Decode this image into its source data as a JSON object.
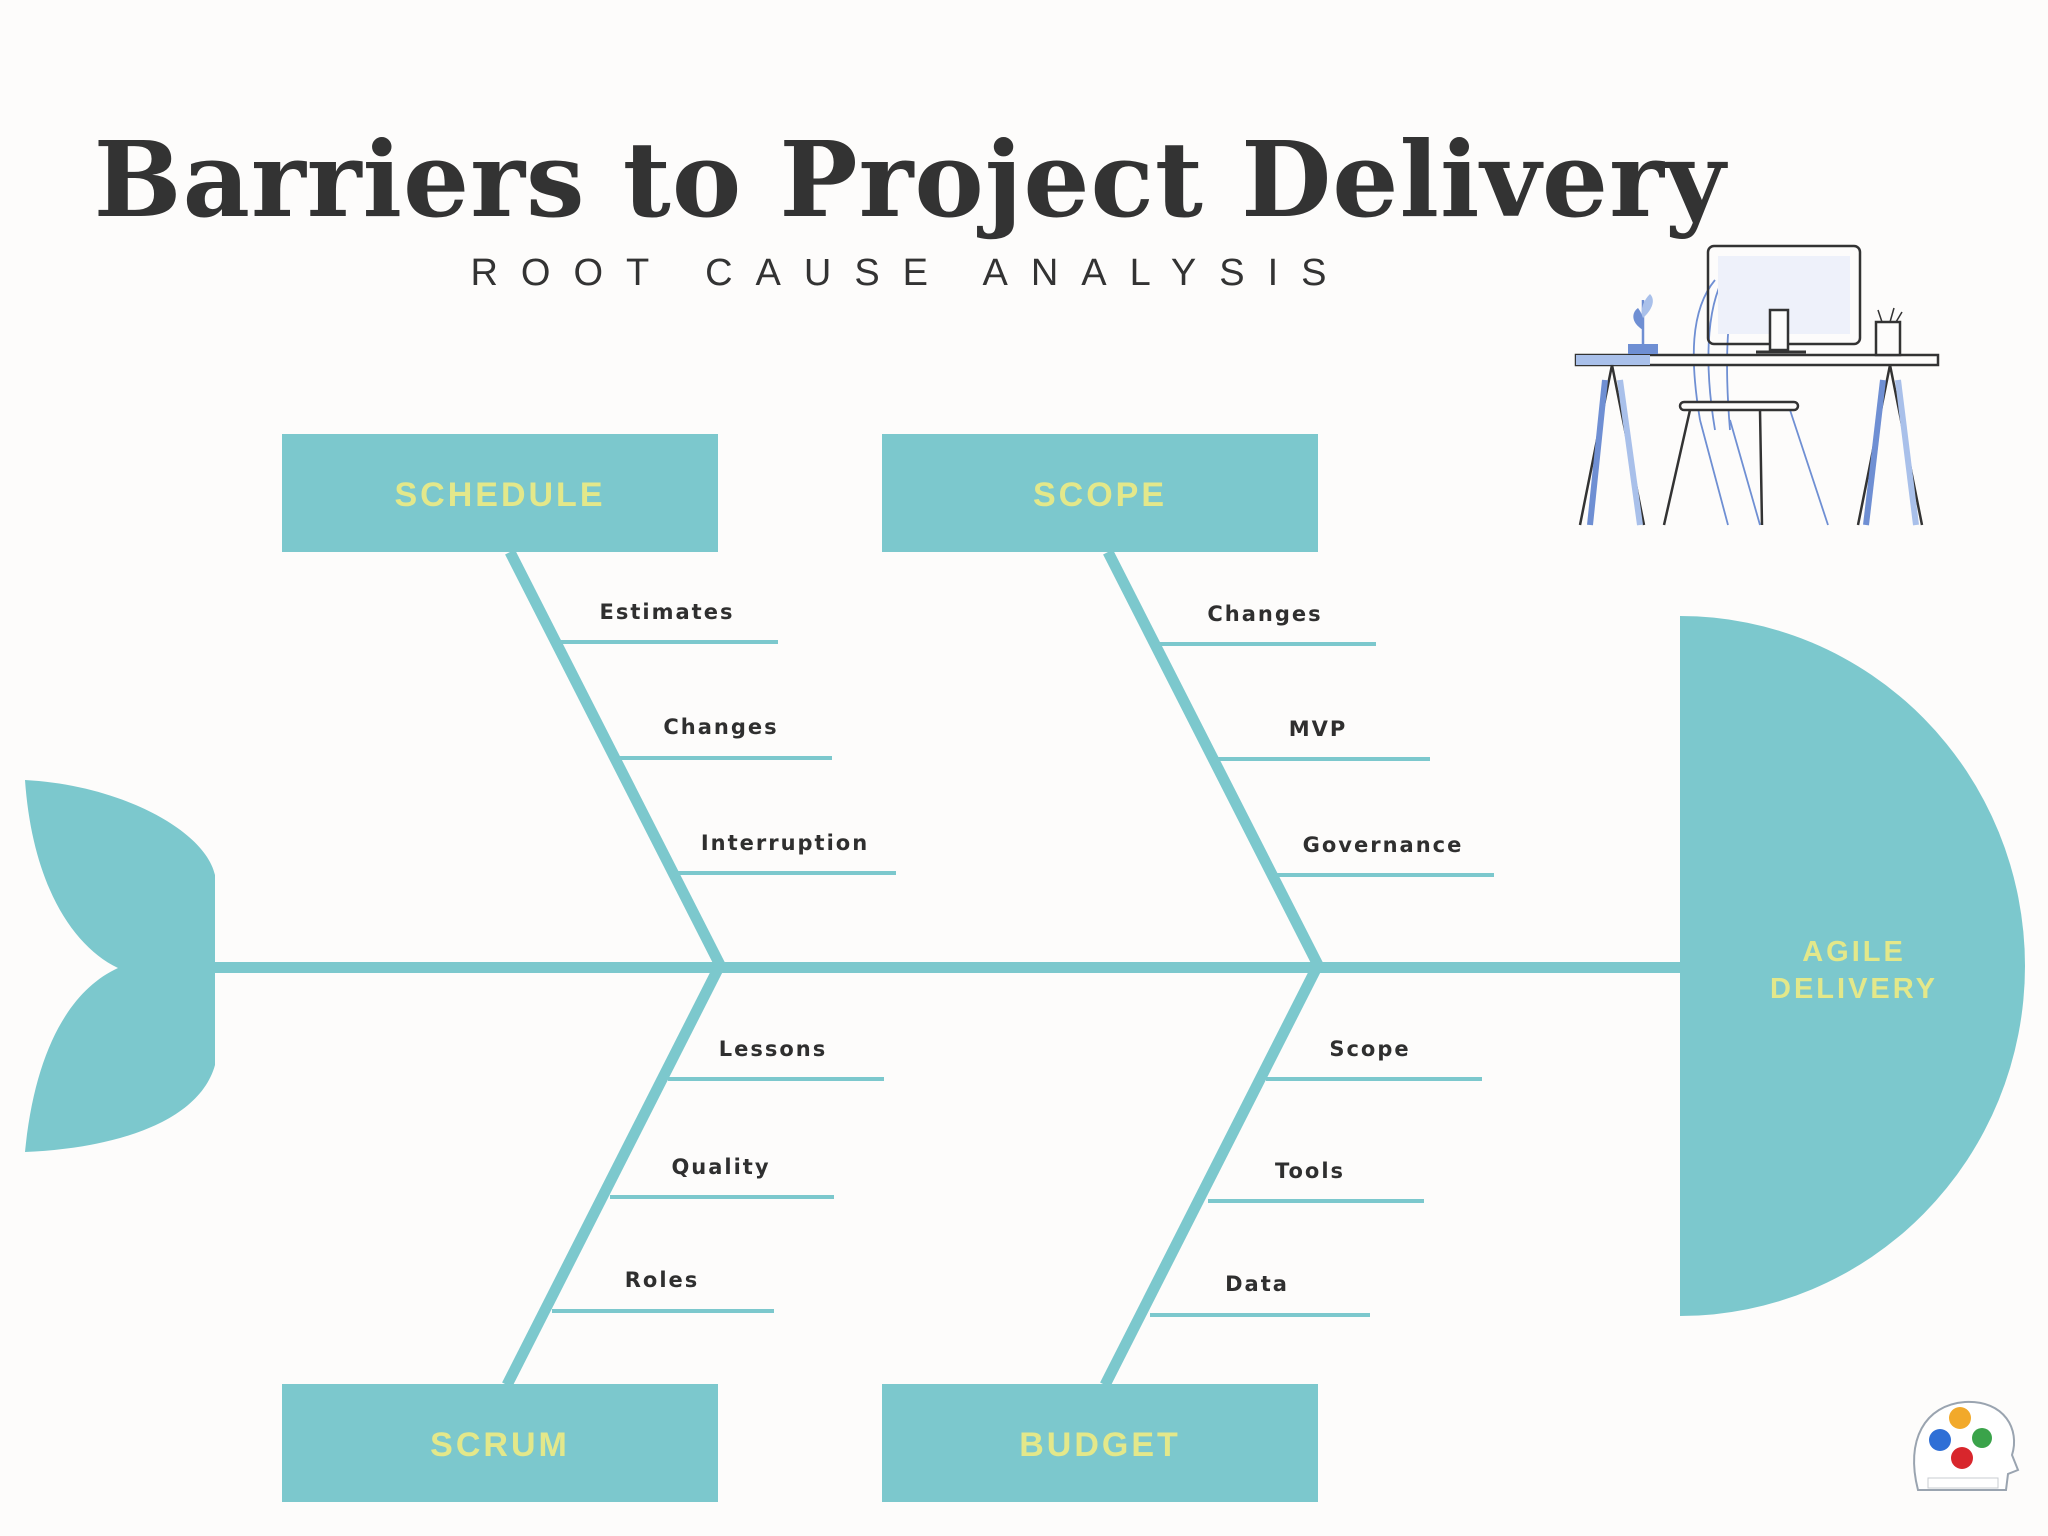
{
  "title": "Barriers to Project Delivery",
  "subtitle": "ROOT CAUSE ANALYSIS",
  "colors": {
    "teal": "#7cc8cd",
    "label": "#e3e88a",
    "text": "#333333",
    "illustration": "#6f8fd3"
  },
  "head": {
    "line1": "AGILE",
    "line2": "DELIVERY"
  },
  "categories": [
    {
      "id": "schedule",
      "label": "SCHEDULE",
      "causes": [
        "Estimates",
        "Changes",
        "Interruption"
      ]
    },
    {
      "id": "scope",
      "label": "SCOPE",
      "causes": [
        "Changes",
        "MVP",
        "Governance"
      ]
    },
    {
      "id": "scrum",
      "label": "SCRUM",
      "causes": [
        "Lessons",
        "Quality",
        "Roles"
      ]
    },
    {
      "id": "budget",
      "label": "BUDGET",
      "causes": [
        "Scope",
        "Tools",
        "Data"
      ]
    }
  ]
}
